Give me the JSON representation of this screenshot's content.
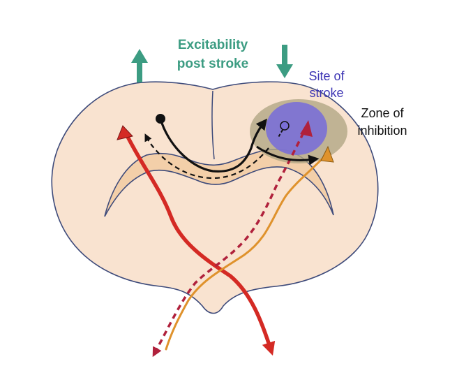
{
  "labels": {
    "excitability_line1": "Excitability",
    "excitability_line2": "post stroke",
    "site_line1": "Site of",
    "site_line2": "stroke",
    "zone_line1": "Zone of",
    "zone_line2": "inhibition"
  },
  "colors": {
    "teal": "#3c9c82",
    "site_blue": "#3d35b4",
    "brain_fill": "#f9e3d0",
    "brain_outline": "#3d4a7a",
    "white_matter": "#f3cfa9",
    "zone": "#b1a684",
    "stroke_site": "#7a6fd6",
    "red": "#d42a24",
    "crimson": "#b0213c",
    "orange": "#df922c",
    "black": "#111111"
  },
  "icons": {
    "up_arrow": "arrow-up-icon",
    "down_arrow": "arrow-down-icon"
  }
}
